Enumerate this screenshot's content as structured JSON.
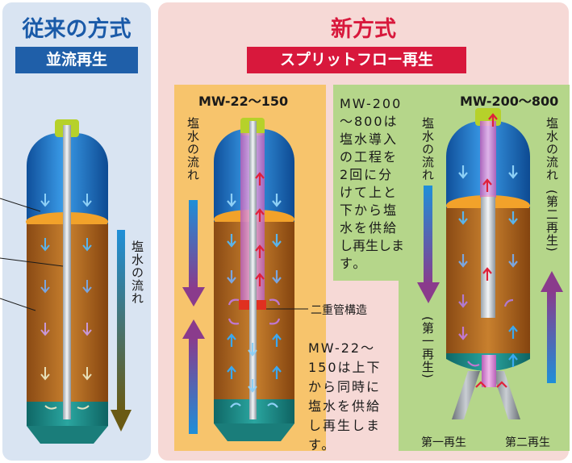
{
  "left": {
    "title": "従来の方式",
    "band": "並流再生",
    "flow_label": "塩水の流れ"
  },
  "right": {
    "title": "新方式",
    "band": "スプリットフロー再生",
    "mw22": {
      "title": "MW-22〜150",
      "flow_label": "塩水の流れ",
      "pipe_label": "二重管構造",
      "note_lines": [
        "MW-22〜",
        "150は上下",
        "から同時に",
        "塩水を供給",
        "し再生しま",
        "す。"
      ]
    },
    "mw200": {
      "title": "MW-200〜800",
      "note_lines": [
        "MW-200",
        "〜800は",
        "塩水導入",
        "の工程を",
        "2回に分",
        "けて上と",
        "下から塩",
        "水を供給",
        "し再生しま",
        "す。"
      ],
      "flow_label": "塩水の流れ",
      "first_label": "(第一再生)",
      "second_label": "(第二再生)",
      "bottom_first": "第一再生",
      "bottom_second": "第二再生"
    }
  },
  "colors": {
    "blue_title": "#1a5aa8",
    "red_title": "#d8183c",
    "tank_blue": "#1f77c8",
    "resin": "#b96d22",
    "base_teal": "#1b8a86"
  }
}
